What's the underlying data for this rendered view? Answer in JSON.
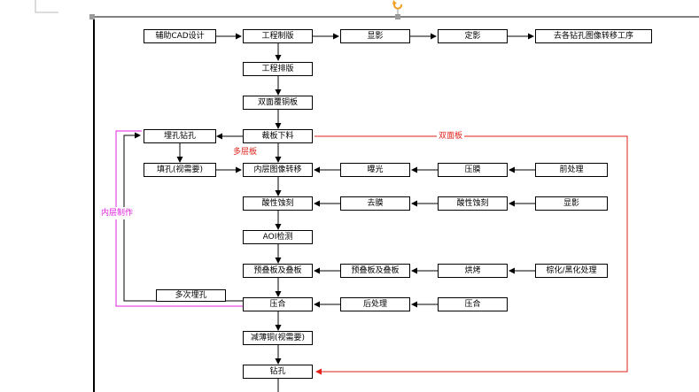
{
  "colors": {
    "line": "#000000",
    "double_sided": "#e0201a",
    "inner_layer": "#e021e0",
    "rotate_handle": "#f0a020"
  },
  "icons": {
    "rotate_handle": "rotate-handle-icon"
  },
  "nodes": {
    "aux_cad": "辅助CAD设计",
    "eng_draw": "工程制版",
    "develop1": "显影",
    "fix": "定影",
    "dist": "去各钻孔图像转移工序",
    "eng_layout": "工程排版",
    "clad": "双面覆铜板",
    "cut": "裁板下料",
    "buried_drill": "埋孔钻孔",
    "fill": "填孔(视需要)",
    "inner_transfer": "内层图像转移",
    "expose": "曝光",
    "laminate_film": "压膜",
    "pretreat": "前处理",
    "acid_etch": "酸性蚀刻",
    "strip_film": "去膜",
    "acid_etch2": "酸性蚀刻",
    "develop2": "显影",
    "aoi": "AOI检测",
    "prestack": "预叠板及叠板",
    "prestack2": "预叠板及叠板",
    "bake": "烘烤",
    "brown": "棕化/黑化处理",
    "press": "压合",
    "post": "后处理",
    "press2": "压合",
    "thin_cu": "减薄铜(视需要)",
    "drill": "钻孔"
  },
  "labels": {
    "multilayer": "多层板",
    "double_sided": "双面板",
    "inner_make": "内层制作",
    "multi_buried": "多次埋孔"
  }
}
